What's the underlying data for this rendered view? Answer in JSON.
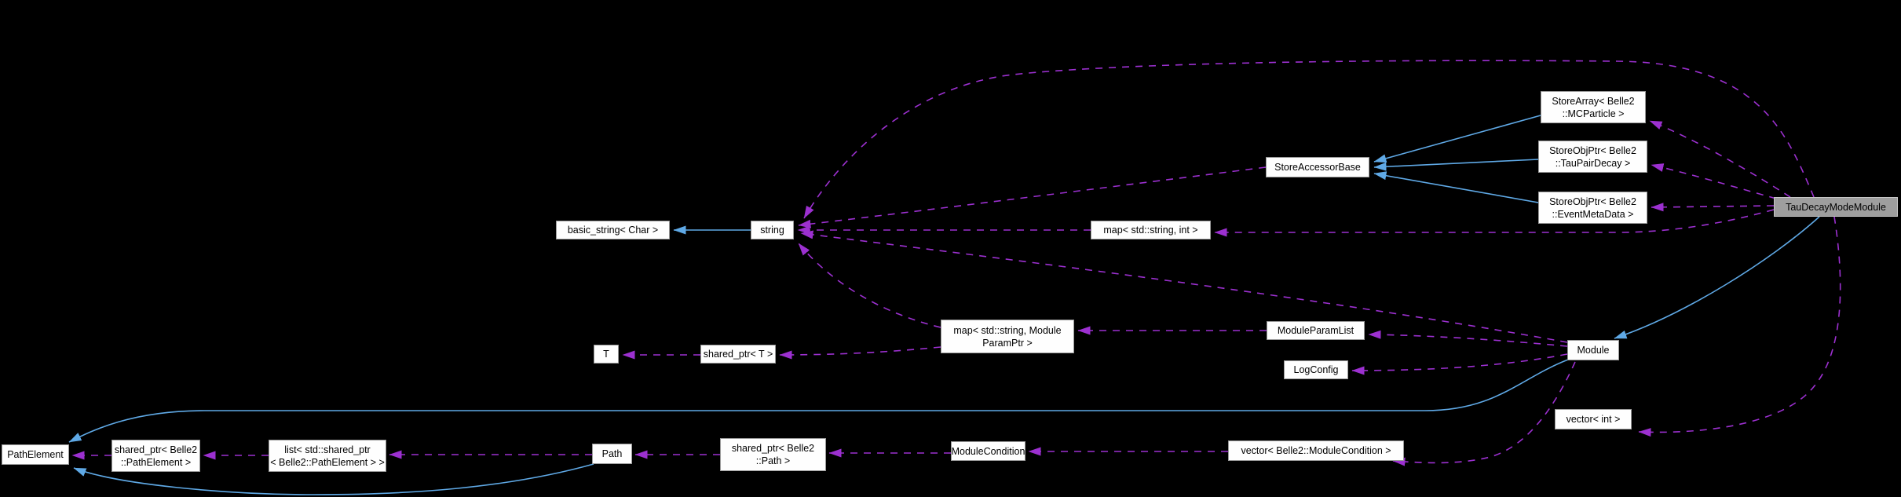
{
  "diagram": {
    "kind": "doxygen-collaboration-graph",
    "highlighted_node": "TauDecayModeModule",
    "colors": {
      "background": "#000000",
      "inheritance": "#5fa9e6",
      "usage": "#9c30d0",
      "node_fill": "#fefefe",
      "node_border": "#9a9a9a",
      "node_text": "#000000",
      "highlight_fill": "#9e9e9e",
      "highlight_border": "#c6c6c6"
    },
    "legend": {
      "solid_blue_arrow": "public inheritance",
      "dashed_purple_arrow": "usage / membership"
    }
  },
  "nodes": [
    {
      "id": "basic-string",
      "lines": [
        "basic_string< Char >"
      ]
    },
    {
      "id": "string",
      "lines": [
        "string"
      ]
    },
    {
      "id": "store-accessor-base",
      "lines": [
        "StoreAccessorBase"
      ]
    },
    {
      "id": "store-array-mcparticle",
      "lines": [
        "StoreArray< Belle2",
        "::MCParticle >"
      ]
    },
    {
      "id": "store-objptr-taupairdecay",
      "lines": [
        "StoreObjPtr< Belle2",
        "::TauPairDecay >"
      ]
    },
    {
      "id": "store-objptr-eventmetadata",
      "lines": [
        "StoreObjPtr< Belle2",
        "::EventMetaData >"
      ]
    },
    {
      "id": "tau-decay-mode-module",
      "lines": [
        "TauDecayModeModule"
      ]
    },
    {
      "id": "map-string-int",
      "lines": [
        "map< std::string, int >"
      ]
    },
    {
      "id": "map-string-moduleparamptr",
      "lines": [
        "map< std::string, Module",
        "ParamPtr >"
      ]
    },
    {
      "id": "module-param-list",
      "lines": [
        "ModuleParamList"
      ]
    },
    {
      "id": "log-config",
      "lines": [
        "LogConfig"
      ]
    },
    {
      "id": "module",
      "lines": [
        "Module"
      ]
    },
    {
      "id": "t",
      "lines": [
        "T"
      ]
    },
    {
      "id": "shared-ptr-t",
      "lines": [
        "shared_ptr< T >"
      ]
    },
    {
      "id": "vector-int",
      "lines": [
        "vector< int >"
      ]
    },
    {
      "id": "path-element",
      "lines": [
        "PathElement"
      ]
    },
    {
      "id": "shared-ptr-pathelement",
      "lines": [
        "shared_ptr< Belle2",
        "::PathElement >"
      ]
    },
    {
      "id": "list-shared-ptr-pathelement",
      "lines": [
        "list< std::shared_ptr",
        "< Belle2::PathElement > >"
      ]
    },
    {
      "id": "path",
      "lines": [
        "Path"
      ]
    },
    {
      "id": "shared-ptr-path",
      "lines": [
        "shared_ptr< Belle2",
        "::Path >"
      ]
    },
    {
      "id": "module-condition",
      "lines": [
        "ModuleCondition"
      ]
    },
    {
      "id": "vector-module-condition",
      "lines": [
        "vector< Belle2::ModuleCondition >"
      ]
    }
  ],
  "edges": [
    {
      "from": "string",
      "to": "basic-string",
      "type": "inheritance"
    },
    {
      "from": "store-array-mcparticle",
      "to": "store-accessor-base",
      "type": "inheritance"
    },
    {
      "from": "store-objptr-taupairdecay",
      "to": "store-accessor-base",
      "type": "inheritance"
    },
    {
      "from": "store-objptr-eventmetadata",
      "to": "store-accessor-base",
      "type": "inheritance"
    },
    {
      "from": "tau-decay-mode-module",
      "to": "module",
      "type": "inheritance"
    },
    {
      "from": "module",
      "to": "path-element",
      "type": "inheritance"
    },
    {
      "from": "path",
      "to": "path-element",
      "type": "inheritance"
    },
    {
      "from": "shared-ptr-pathelement",
      "to": "path-element",
      "type": "usage"
    },
    {
      "from": "list-shared-ptr-pathelement",
      "to": "shared-ptr-pathelement",
      "type": "usage"
    },
    {
      "from": "path",
      "to": "list-shared-ptr-pathelement",
      "type": "usage"
    },
    {
      "from": "shared-ptr-path",
      "to": "path",
      "type": "usage"
    },
    {
      "from": "module-condition",
      "to": "shared-ptr-path",
      "type": "usage"
    },
    {
      "from": "vector-module-condition",
      "to": "module-condition",
      "type": "usage"
    },
    {
      "from": "module",
      "to": "vector-module-condition",
      "type": "usage"
    },
    {
      "from": "module",
      "to": "log-config",
      "type": "usage"
    },
    {
      "from": "module",
      "to": "module-param-list",
      "type": "usage"
    },
    {
      "from": "module",
      "to": "string",
      "type": "usage"
    },
    {
      "from": "module-param-list",
      "to": "map-string-moduleparamptr",
      "type": "usage"
    },
    {
      "from": "map-string-moduleparamptr",
      "to": "shared-ptr-t",
      "type": "usage"
    },
    {
      "from": "shared-ptr-t",
      "to": "t",
      "type": "usage"
    },
    {
      "from": "map-string-moduleparamptr",
      "to": "string",
      "type": "usage"
    },
    {
      "from": "map-string-int",
      "to": "string",
      "type": "usage"
    },
    {
      "from": "store-accessor-base",
      "to": "string",
      "type": "usage"
    },
    {
      "from": "tau-decay-mode-module",
      "to": "map-string-int",
      "type": "usage"
    },
    {
      "from": "tau-decay-mode-module",
      "to": "store-objptr-eventmetadata",
      "type": "usage"
    },
    {
      "from": "tau-decay-mode-module",
      "to": "store-objptr-taupairdecay",
      "type": "usage"
    },
    {
      "from": "tau-decay-mode-module",
      "to": "store-array-mcparticle",
      "type": "usage"
    },
    {
      "from": "tau-decay-mode-module",
      "to": "string",
      "type": "usage"
    },
    {
      "from": "tau-decay-mode-module",
      "to": "vector-int",
      "type": "usage"
    }
  ]
}
